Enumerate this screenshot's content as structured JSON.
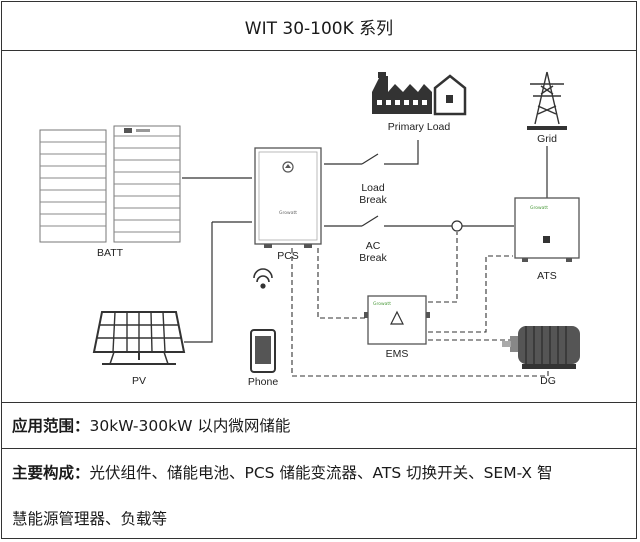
{
  "title": "WIT 30-100K 系列",
  "diagram": {
    "labels": {
      "batt": "BATT",
      "pcs": "PCS",
      "primary_load": "Primary Load",
      "grid": "Grid",
      "load_break_1": "Load",
      "load_break_2": "Break",
      "ac_break_1": "AC",
      "ac_break_2": "Break",
      "ats": "ATS",
      "ems": "EMS",
      "pv": "PV",
      "phone": "Phone",
      "dg": "DG"
    },
    "brand_text": "Growatt"
  },
  "scope": {
    "label": "应用范围：",
    "value": "30kW-300kW 以内微网储能"
  },
  "composition": {
    "label": "主要构成：",
    "line1": "光伏组件、储能电池、PCS 储能变流器、ATS 切换开关、SEM-X 智",
    "line2": "慧能源管理器、负载等"
  }
}
